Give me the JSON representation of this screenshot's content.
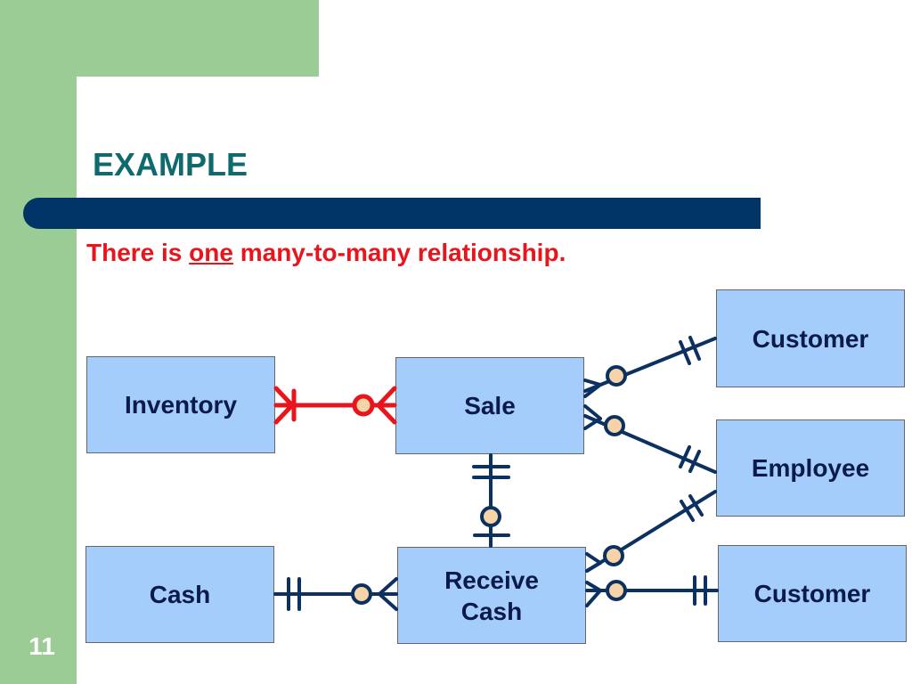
{
  "slide": {
    "title": "EXAMPLE",
    "subtitle_before": "There is ",
    "subtitle_emph": "one",
    "subtitle_after": " many-to-many relationship.",
    "slide_number": "11"
  },
  "entities": {
    "customer_top": "Customer",
    "inventory": "Inventory",
    "sale": "Sale",
    "employee": "Employee",
    "cash": "Cash",
    "receive_cash": "Receive Cash",
    "customer_bottom": "Customer"
  },
  "colors": {
    "green": "#9ccc96",
    "navy": "#003366",
    "title": "#0f6a6e",
    "subtitle": "#e8161c",
    "entity_fill": "#a4cdfc",
    "line": "#0c3060",
    "highlight_line": "#e8161c",
    "circle_fill": "#f7d4a8"
  }
}
